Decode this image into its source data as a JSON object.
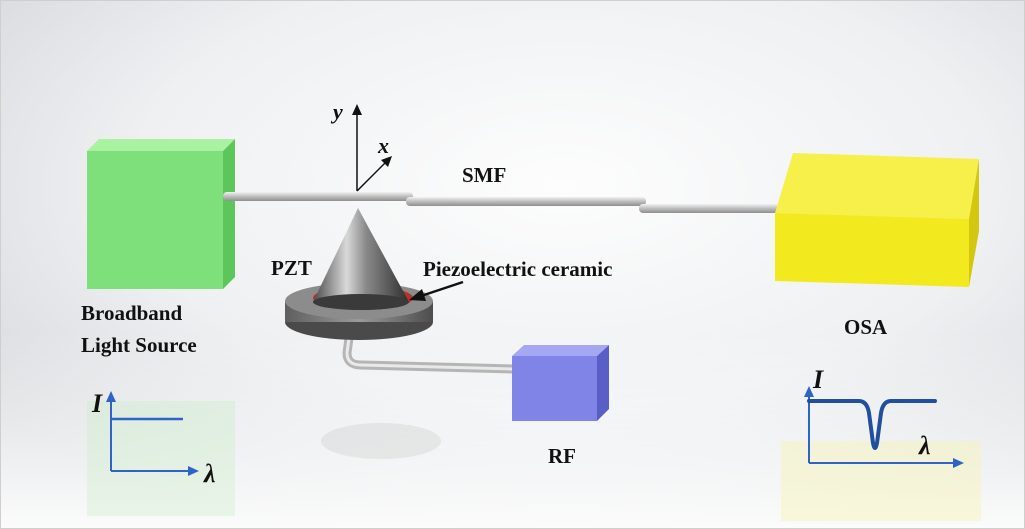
{
  "labels": {
    "smf": "SMF",
    "pzt": "PZT",
    "piezo": "Piezoelectric ceramic",
    "source_line1": "Broadband",
    "source_line2": "Light Source",
    "osa": "OSA",
    "rf": "RF",
    "axis_y": "y",
    "axis_x": "x"
  },
  "plots": {
    "source": {
      "ylabel": "I",
      "xlabel": "λ"
    },
    "osa": {
      "ylabel": "I",
      "xlabel": "λ"
    }
  },
  "colors": {
    "source_box": "#7ee07a",
    "osa_box": "#f2ea1f",
    "rf_box": "#7f84e6",
    "cone": "#6b6b6b",
    "ceramic": "#b8302e",
    "plot_line": "#2f63c9"
  }
}
